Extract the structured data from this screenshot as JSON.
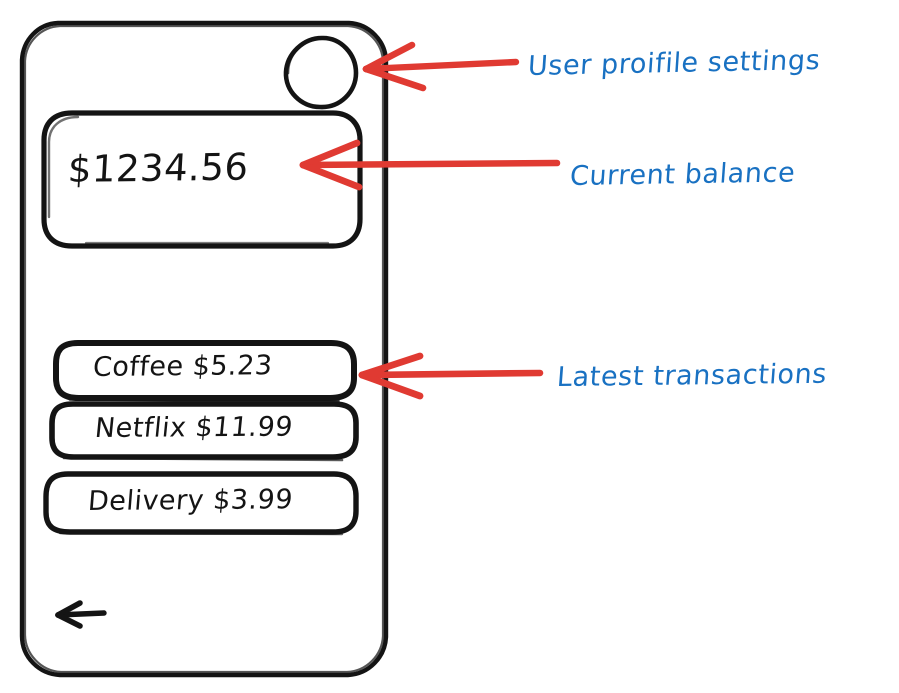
{
  "document": {
    "title": "Mobile banking app wireframe sketch",
    "background_color": "#ffffff"
  },
  "colors": {
    "ink": "#141414",
    "annotation_blue": "#1971c2",
    "arrow_red": "#e03a32"
  },
  "phone": {
    "profile_button": {
      "icon": "profile-circle-icon"
    },
    "balance_card": {
      "amount": "$1234.56"
    },
    "transactions": [
      {
        "label": "Coffee $5.23",
        "merchant": "Coffee",
        "amount": "$5.23"
      },
      {
        "label": "Netflix $11.99",
        "merchant": "Netflix",
        "amount": "$11.99"
      },
      {
        "label": "Delivery $3.99",
        "merchant": "Delivery",
        "amount": "$3.99"
      }
    ],
    "back_button": {
      "icon": "back-arrow-icon"
    }
  },
  "annotations": [
    {
      "id": "profile",
      "text": "User proifile settings"
    },
    {
      "id": "balance",
      "text": "Current balance"
    },
    {
      "id": "transactions",
      "text": "Latest transactions"
    }
  ]
}
